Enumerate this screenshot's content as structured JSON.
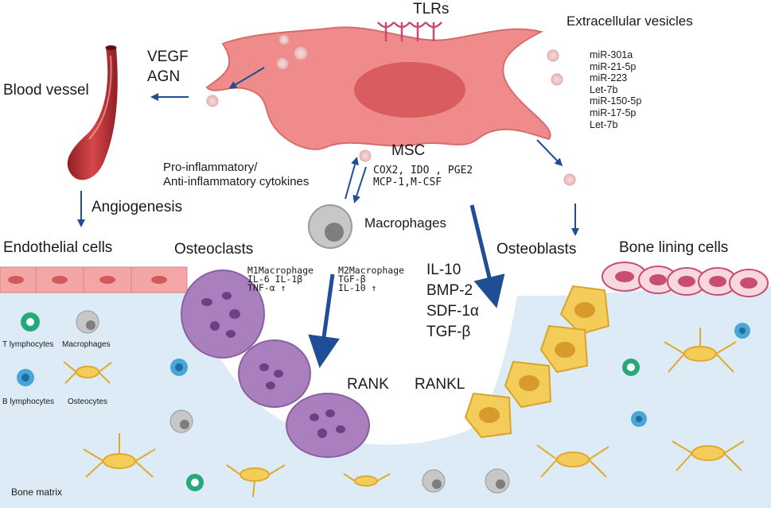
{
  "labels": {
    "tlrs": "TLRs",
    "extracellular_vesicles": "Extracellular vesicles",
    "vegf": "VEGF",
    "agn": "AGN",
    "blood_vessel": "Blood vessel",
    "msc": "MSC",
    "msc_factors_1": "COX2, IDO , PGE2",
    "msc_factors_2": "MCP-1,M-CSF",
    "cytokines_1": "Pro-inflammatory/",
    "cytokines_2": "Anti-inflammatory cytokines",
    "angiogenesis": "Angiogenesis",
    "macrophages": "Macrophages",
    "endothelial_cells": "Endothelial cells",
    "osteoclasts": "Osteoclasts",
    "osteoblasts": "Osteoblasts",
    "bone_lining_cells": "Bone lining cells",
    "m1_title": "M1Macrophage",
    "m1_line1": "IL-6 IL-1β",
    "m1_line2": "TNF-α  ↑",
    "m2_title": "M2Macrophage",
    "m2_line1": "TGF-β",
    "m2_line2": "IL-10  ↑",
    "rank": "RANK",
    "rankl": "RANKL",
    "t_lymphocytes": "T lymphocytes",
    "macrophages_small": "Macrophages",
    "b_lymphocytes": "B lymphocytes",
    "osteocytes": "Osteocytes",
    "bone_matrix": "Bone matrix"
  },
  "mirnas": [
    "miR-301a",
    "miR-21-5p",
    "miR-223",
    "Let-7b",
    "miR-150-5p",
    "miR-17-5p",
    "Let-7b"
  ],
  "osteo_factors": [
    "IL-10",
    "BMP-2",
    "SDF-1α",
    "TGF-β"
  ],
  "colors": {
    "msc_body": "#f08b8b",
    "msc_nucleus": "#d95c5f",
    "bone_matrix": "#dcebf5",
    "osteoclast": "#a97fbd",
    "osteoblast": "#f3cc5a",
    "endothelial": "#f4a6a6",
    "arrow": "#1f4e96",
    "vessel": "#c13a3a"
  }
}
